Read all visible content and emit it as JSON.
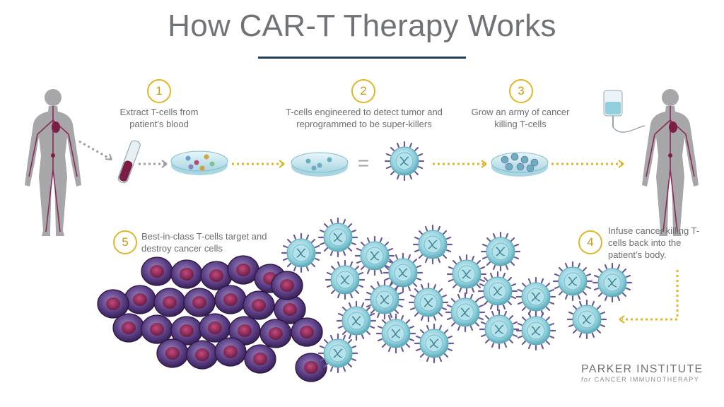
{
  "title": "How CAR-T Therapy Works",
  "steps": [
    {
      "number": "1",
      "caption": "Extract T-cells from patient’s blood"
    },
    {
      "number": "2",
      "caption": "T-cells engineered to detect tumor and reprogrammed to be super-killers"
    },
    {
      "number": "3",
      "caption": "Grow an army of cancer killing T-cells"
    },
    {
      "number": "4",
      "caption": "Infuse cancer killing T-cells back into the patient’s body."
    },
    {
      "number": "5",
      "caption": "Best-in-class T-cells target and destroy cancer cells"
    }
  ],
  "equals_sign": "=",
  "brand": {
    "line1": "PARKER INSTITUTE",
    "line2_prefix": "for",
    "line2": "CANCER IMMUNOTHERAPY"
  },
  "colors": {
    "title": "#6f7378",
    "rule": "#1e3f57",
    "accent_gold": "#e0b52a",
    "tcell_body": "#8fd0dc",
    "tcell_receptor": "#6b5a9a",
    "cancer_cell": "#4a2e6e",
    "cancer_nucleus": "#8a2a5a",
    "body_silhouette": "#a7a7a9",
    "blood_vessel": "#8a2a5a"
  },
  "icons": [
    "human-silhouette-icon",
    "blood-vial-icon",
    "petri-dish-icon",
    "t-cell-icon",
    "cancer-cell-icon",
    "iv-bag-icon",
    "dotted-arrow-icon"
  ]
}
